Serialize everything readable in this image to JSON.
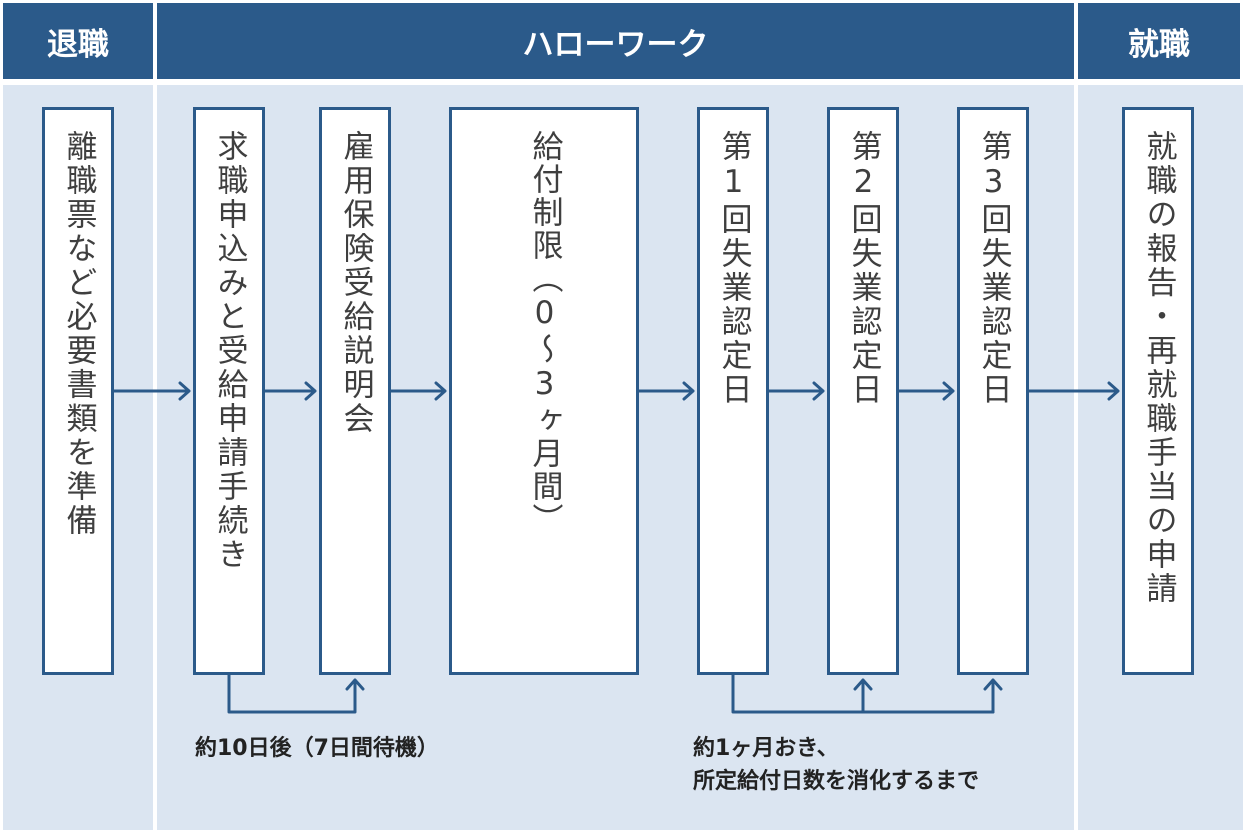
{
  "headers": {
    "left": "退職",
    "middle": "ハローワーク",
    "right": "就職"
  },
  "steps": [
    "離職票など必要書類を準備",
    "求職申込みと受給申請手続き",
    "雇用保険受給説明会",
    "給付制限（0～3ヶ月間）",
    "第1回失業認定日",
    "第2回失業認定日",
    "第3回失業認定日",
    "就職の報告・再就職手当の申請"
  ],
  "notes": {
    "wait": "約10日後（7日間待機）",
    "interval_line1": "約1ヶ月おき、",
    "interval_line2": "所定給付日数を消化するまで"
  },
  "colors": {
    "header": "#2b5a8a",
    "background": "#dbe5f1",
    "box_border": "#2b5a8a",
    "arrow": "#2b5a8a"
  }
}
